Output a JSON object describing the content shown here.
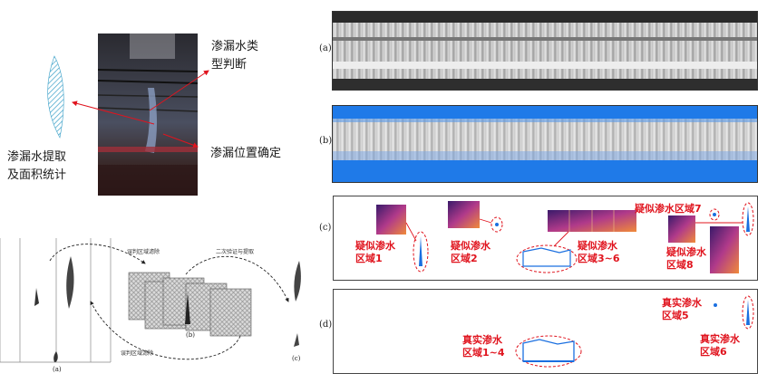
{
  "photo": {
    "label_type": "渗漏水类\n型判断",
    "label_position": "渗漏位置确定",
    "label_extract": "渗漏水提取\n及面积统计"
  },
  "process": {
    "label_a": "(a)",
    "label_b": "(b)",
    "label_c": "(c)",
    "arrow_top": "误判区域滤除",
    "arrow_mid": "二次验证与提取",
    "arrow_bottom": "误判区域滤除"
  },
  "panels": {
    "a": {
      "label": "(a)"
    },
    "b": {
      "label": "(b)"
    },
    "c": {
      "label": "(c)",
      "suspect_1": "疑似渗水\n区域1",
      "suspect_2": "疑似渗水\n区域2",
      "suspect_3_6": "疑似渗水\n区域3~6",
      "suspect_7": "疑似渗水区域7",
      "suspect_8": "疑似渗水\n区域8"
    },
    "d": {
      "label": "(d)",
      "real_1_4": "真实渗水\n区域1~4",
      "real_5": "真实渗水\n区域5",
      "real_6": "真实渗水\n区域6"
    }
  },
  "colors": {
    "accent_red": "#e0141e",
    "leak_blue": "#1a6fe0"
  }
}
